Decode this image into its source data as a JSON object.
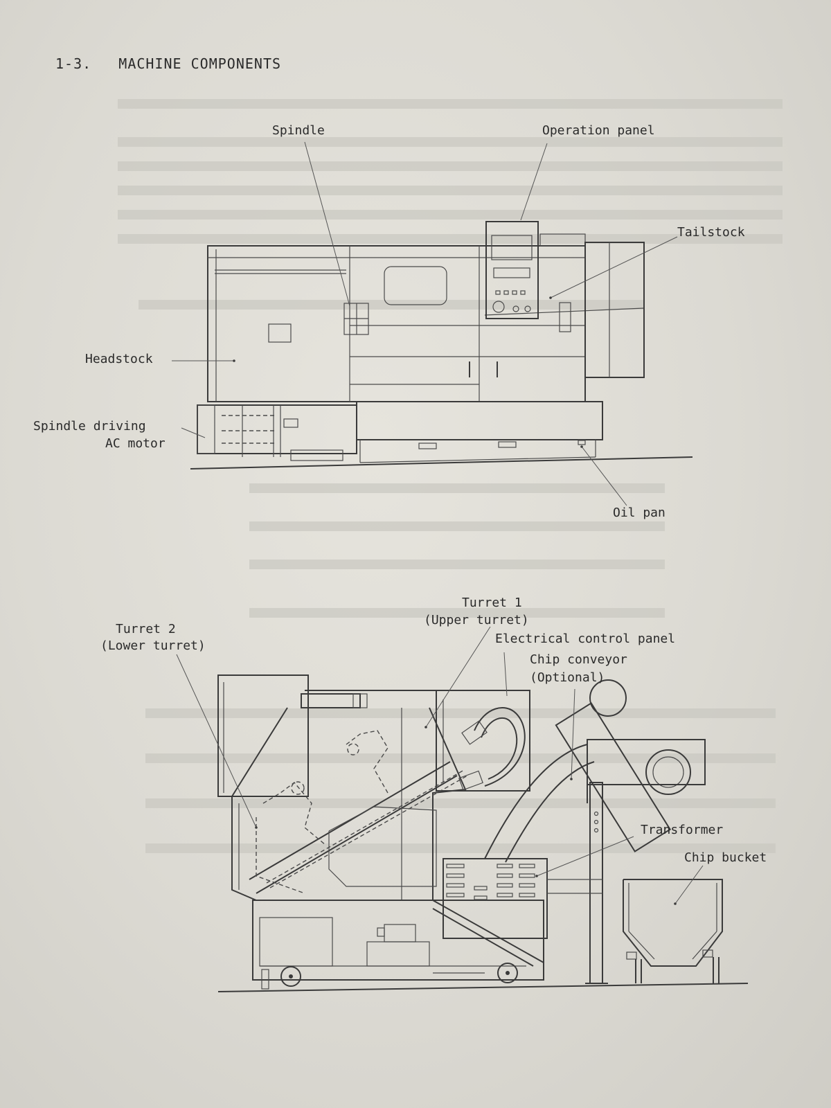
{
  "section": {
    "number": "1-3.",
    "title": "MACHINE COMPONENTS"
  },
  "top_view": {
    "labels": {
      "spindle": "Spindle",
      "operation_panel": "Operation panel",
      "tailstock": "Tailstock",
      "headstock": "Headstock",
      "spindle_motor_line1": "Spindle driving",
      "spindle_motor_line2": "AC motor",
      "oil_pan": "Oil pan"
    }
  },
  "side_view": {
    "labels": {
      "turret1_line1": "Turret 1",
      "turret1_line2": "(Upper turret)",
      "turret2_line1": "Turret 2",
      "turret2_line2": "(Lower turret)",
      "electrical_panel": "Electrical control panel",
      "chip_conveyor_line1": "Chip conveyor",
      "chip_conveyor_line2": "(Optional)",
      "transformer": "Transformer",
      "chip_bucket": "Chip bucket"
    }
  }
}
